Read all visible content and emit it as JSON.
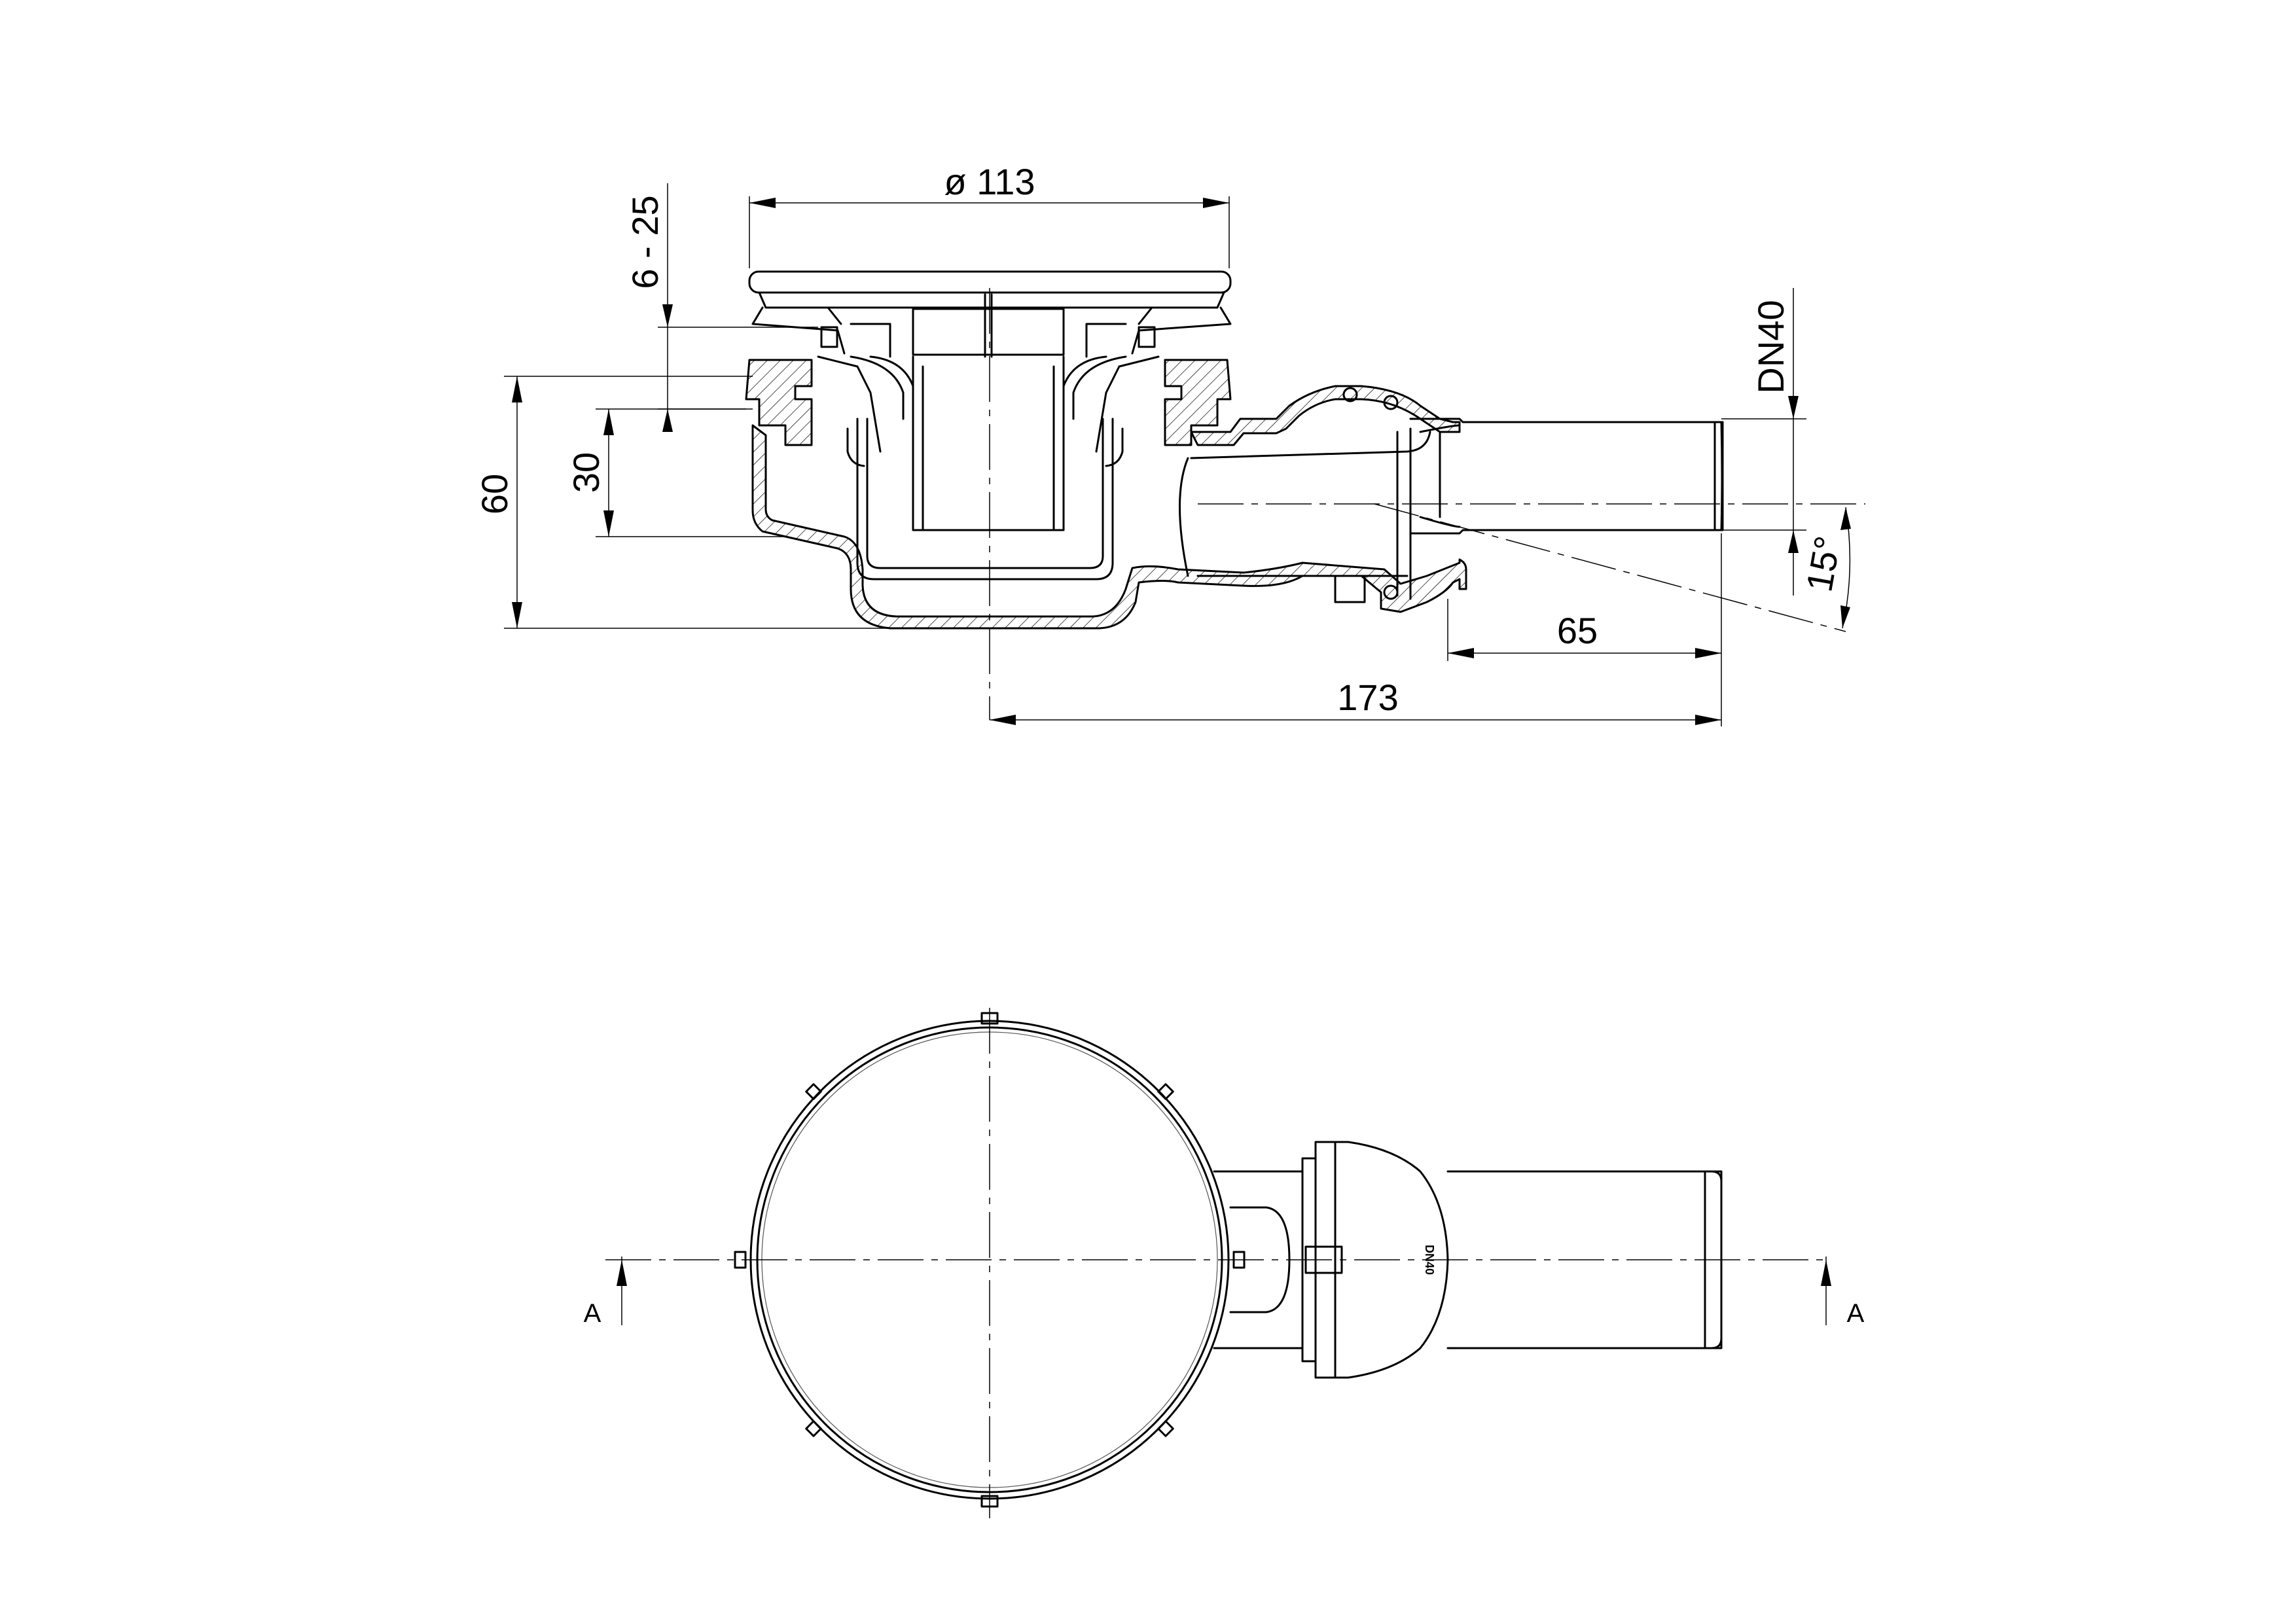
{
  "section_view": {
    "dimensions": {
      "cover_diameter": "ø 113",
      "adjust_range": "6 - 25",
      "total_height": "60",
      "water_seal": "30",
      "outlet_size": "DN40",
      "outlet_angle": "15°",
      "spigot_length": "65",
      "overall_length": "173"
    }
  },
  "plan_view": {
    "section_mark_left": "A",
    "section_mark_right": "A",
    "body_marking": "DN40"
  }
}
